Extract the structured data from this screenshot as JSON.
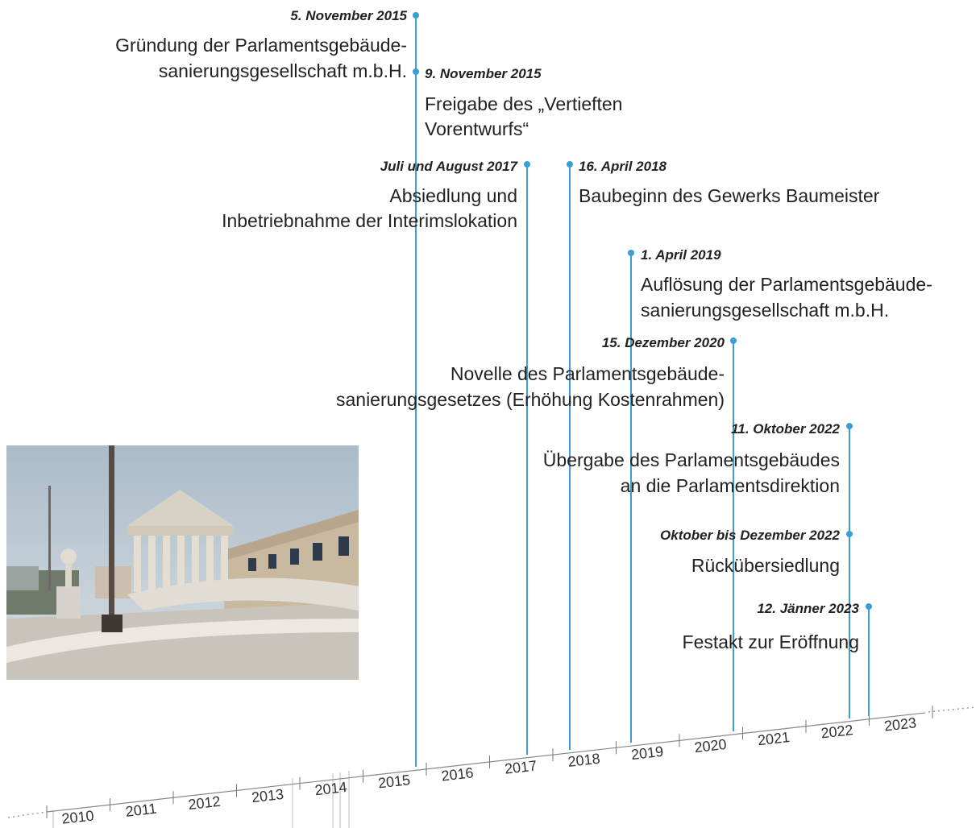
{
  "colors": {
    "accent": "#3b9fd6",
    "axis": "#888888",
    "text": "#222222"
  },
  "events": [
    {
      "date": "5. November 2015",
      "desc": [
        "Gründung der Parlamentsgebäude-",
        "sanierungsgesellschaft m.b.H."
      ]
    },
    {
      "date": "9. November 2015",
      "desc": [
        "Freigabe des „Vertieften",
        "Vorentwurfs“"
      ]
    },
    {
      "date": "Juli und August 2017",
      "desc": [
        "Absiedlung und",
        "Inbetriebnahme der Interimslokation"
      ]
    },
    {
      "date": "16. April 2018",
      "desc": [
        "Baubeginn des Gewerks Baumeister"
      ]
    },
    {
      "date": "1. April 2019",
      "desc": [
        "Auflösung der Parlamentsgebäude-",
        "sanierungsgesellschaft m.b.H."
      ]
    },
    {
      "date": "15. Dezember 2020",
      "desc": [
        "Novelle des Parlamentsgebäude-",
        "sanierungsgesetzes (Erhöhung Kostenrahmen)"
      ]
    },
    {
      "date": "11. Oktober 2022",
      "desc": [
        "Übergabe des Parlamentsgebäudes",
        "an die Parlamentsdirektion"
      ]
    },
    {
      "date": "Oktober bis Dezember 2022",
      "desc": [
        "Rückübersiedlung"
      ]
    },
    {
      "date": "12. Jänner 2023",
      "desc": [
        "Festakt zur Eröffnung"
      ]
    }
  ],
  "years": [
    "2010",
    "2011",
    "2012",
    "2013",
    "2014",
    "2015",
    "2016",
    "2017",
    "2018",
    "2019",
    "2020",
    "2021",
    "2022",
    "2023"
  ],
  "photo": {
    "subject": "parliament-building-photo"
  }
}
